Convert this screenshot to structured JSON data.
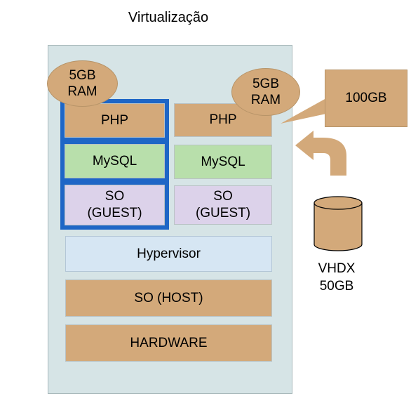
{
  "title": "Virtualização",
  "vm1": {
    "ram_line1": "5GB",
    "ram_line2": "RAM",
    "php": "PHP",
    "mysql": "MySQL",
    "os_line1": "SO",
    "os_line2": "(GUEST)"
  },
  "vm2": {
    "ram_line1": "5GB",
    "ram_line2": "RAM",
    "php": "PHP",
    "mysql": "MySQL",
    "os_line1": "SO",
    "os_line2": "(GUEST)"
  },
  "hypervisor": "Hypervisor",
  "host_os": "SO (HOST)",
  "hardware": "HARDWARE",
  "callout": "100GB",
  "disk": {
    "line1": "VHDX",
    "line2": "50GB"
  },
  "colors": {
    "tan": "#d3a97a",
    "green": "#b8dfab",
    "lilac": "#dcd2ea",
    "light_blue": "#d6e6f3",
    "panel": "#d6e4e6",
    "selection_blue": "#1e66c6"
  },
  "icons": {
    "disk": "cylinder-icon",
    "arrow": "curved-arrow-up-left-icon"
  }
}
